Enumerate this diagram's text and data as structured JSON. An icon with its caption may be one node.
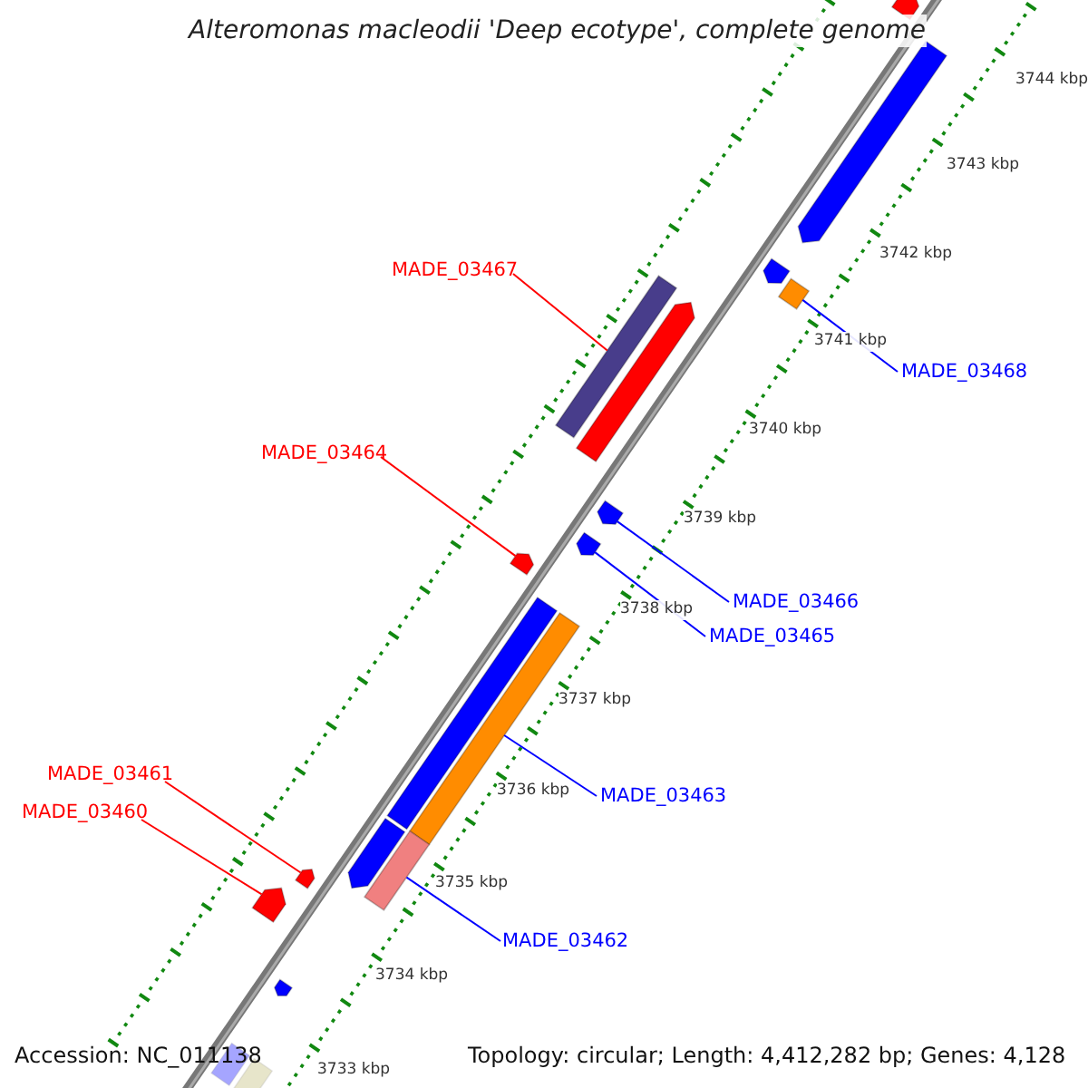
{
  "diagram": {
    "title": "Alteromonas macleodii 'Deep ecotype', complete genome",
    "nodes": [
      {
        "text": [],
        "shape": "arrow"
      },
      {
        "text": [],
        "shape": "arrow"
      },
      {
        "text": [
          "MADE_03467"
        ]
      },
      {
        "text": [],
        "shape": "bar"
      },
      {
        "text": [],
        "shape": "arrow"
      },
      {
        "text": [],
        "shape": "arrow"
      },
      {
        "text": [],
        "shape": "bar"
      },
      {
        "text": [
          "MADE_03468"
        ]
      },
      {
        "text": [
          "MADE_03464"
        ]
      },
      {
        "text": [],
        "shape": "arrow"
      },
      {
        "text": [],
        "shape": "arrow"
      },
      {
        "text": [],
        "shape": "arrow"
      },
      {
        "text": [
          "MADE_03466"
        ]
      },
      {
        "text": [
          "MADE_03465"
        ]
      },
      {
        "text": [],
        "shape": "bar"
      },
      {
        "text": [],
        "shape": "bar"
      },
      {
        "text": [
          "MADE_03463"
        ]
      },
      {
        "text": [
          "MADE_03461"
        ]
      },
      {
        "text": [
          "MADE_03460"
        ]
      },
      {
        "text": [],
        "shape": "arrow"
      },
      {
        "text": [],
        "shape": "bar"
      },
      {
        "text": [],
        "shape": "arrow"
      },
      {
        "text": [],
        "shape": "arrow"
      },
      {
        "text": [
          "MADE_03462"
        ]
      },
      {
        "text": [],
        "shape": "arrow"
      },
      {
        "text": [],
        "shape": "bar"
      },
      {
        "text": [],
        "shape": "bar"
      }
    ],
    "edges": [
      {
        "from": 2,
        "to": 3,
        "arrow": "none",
        "color": "#ff0000"
      },
      {
        "from": 7,
        "to": 6,
        "arrow": "none"
      },
      {
        "from": 8,
        "to": 11,
        "arrow": "none",
        "color": "#ff0000"
      },
      {
        "from": 12,
        "to": 9,
        "arrow": "none"
      },
      {
        "from": 13,
        "to": 10,
        "arrow": "none"
      },
      {
        "from": 16,
        "to": 15,
        "arrow": "none"
      },
      {
        "from": 17,
        "to": 21,
        "arrow": "none",
        "color": "#ff0000"
      },
      {
        "from": 18,
        "to": 22,
        "arrow": "none",
        "color": "#ff0000"
      },
      {
        "from": 23,
        "to": 20,
        "arrow": "none"
      }
    ],
    "labels": [
      "3744 kbp",
      "3743 kbp",
      "3742 kbp",
      "3741 kbp",
      "3740 kbp",
      "3739 kbp",
      "3738 kbp",
      "3737 kbp",
      "3736 kbp",
      "3735 kbp",
      "3734 kbp",
      "3733 kbp",
      "Accession: NC_011138",
      "Topology: circular; Length: 4,412,282 bp; Genes: 4,128"
    ]
  }
}
